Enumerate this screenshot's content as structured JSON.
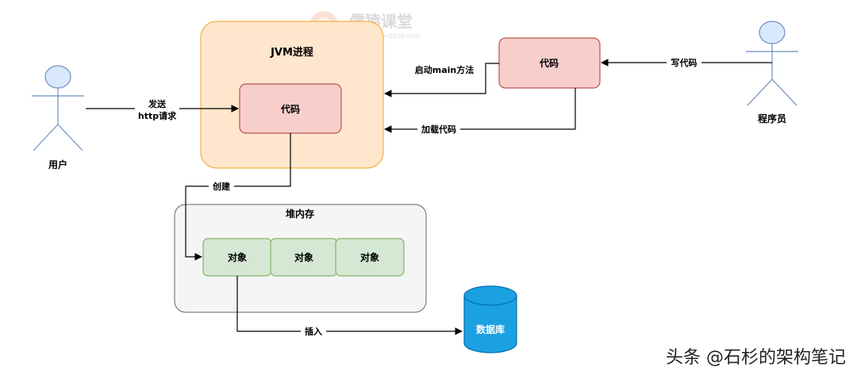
{
  "watermark": {
    "title": "儒猿课堂",
    "url": "www.ruyuan2020.com"
  },
  "actors": {
    "user": {
      "label": "用户"
    },
    "programmer": {
      "label": "程序员"
    }
  },
  "containers": {
    "jvm": {
      "title": "JVM进程"
    },
    "heap": {
      "title": "堆内存"
    }
  },
  "boxes": {
    "jvm_code": {
      "label": "代码"
    },
    "source_code": {
      "label": "代码"
    },
    "objects": [
      "对象",
      "对象",
      "对象"
    ]
  },
  "database": {
    "label": "数据库"
  },
  "edges": {
    "send_request": {
      "line1": "发送",
      "line2": "http请求"
    },
    "start_main": {
      "label": "启动main方法"
    },
    "load_code": {
      "label": "加载代码"
    },
    "write_code": {
      "label": "写代码"
    },
    "create": {
      "label": "创建"
    },
    "insert": {
      "label": "插入"
    }
  },
  "footer": {
    "credit": "头条 @石杉的架构笔记"
  },
  "colors": {
    "actor_fill": "#dae8fc",
    "actor_stroke": "#6c8ebf",
    "jvm_fill": "#ffe6cc",
    "jvm_stroke": "#f5b041",
    "code_fill": "#f8cecc",
    "code_stroke": "#b85450",
    "heap_fill": "#f5f5f5",
    "heap_stroke": "#666666",
    "object_fill": "#d5e8d4",
    "object_stroke": "#82b366",
    "db_fill": "#1ba1e2",
    "db_stroke": "#006eaf"
  }
}
